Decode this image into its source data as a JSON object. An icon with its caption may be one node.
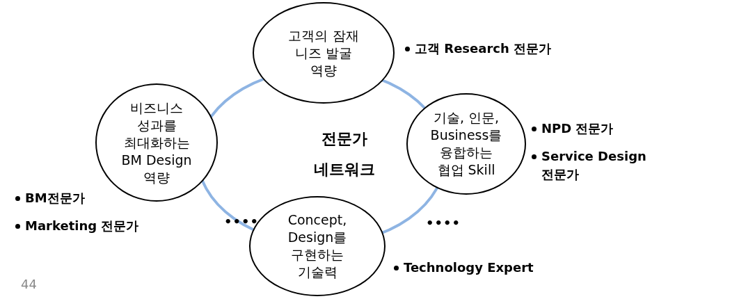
{
  "diagram": {
    "nodes": [
      {
        "text": [
          "고객의 잠재 니즈 발굴 역량"
        ],
        "beside": [
          "고객 Research 전문가"
        ]
      },
      {
        "text": [
          "비즈니스 성과를 최대화하는 BM Design 역량"
        ],
        "beside": [
          "BM전문가",
          "Marketing 전문가"
        ]
      },
      {
        "text": [
          "기술, 인문, Business를 융합하는 협업 Skill"
        ],
        "beside": [
          "NPD 전문가",
          "Service Design 전문가"
        ]
      },
      {
        "text": [
          "Concept, Design를 구현하는 기술력"
        ],
        "beside": [
          "Technology Expert"
        ]
      }
    ],
    "labels": [
      "전문가 네트워크",
      "••••",
      "••••",
      "44"
    ]
  }
}
